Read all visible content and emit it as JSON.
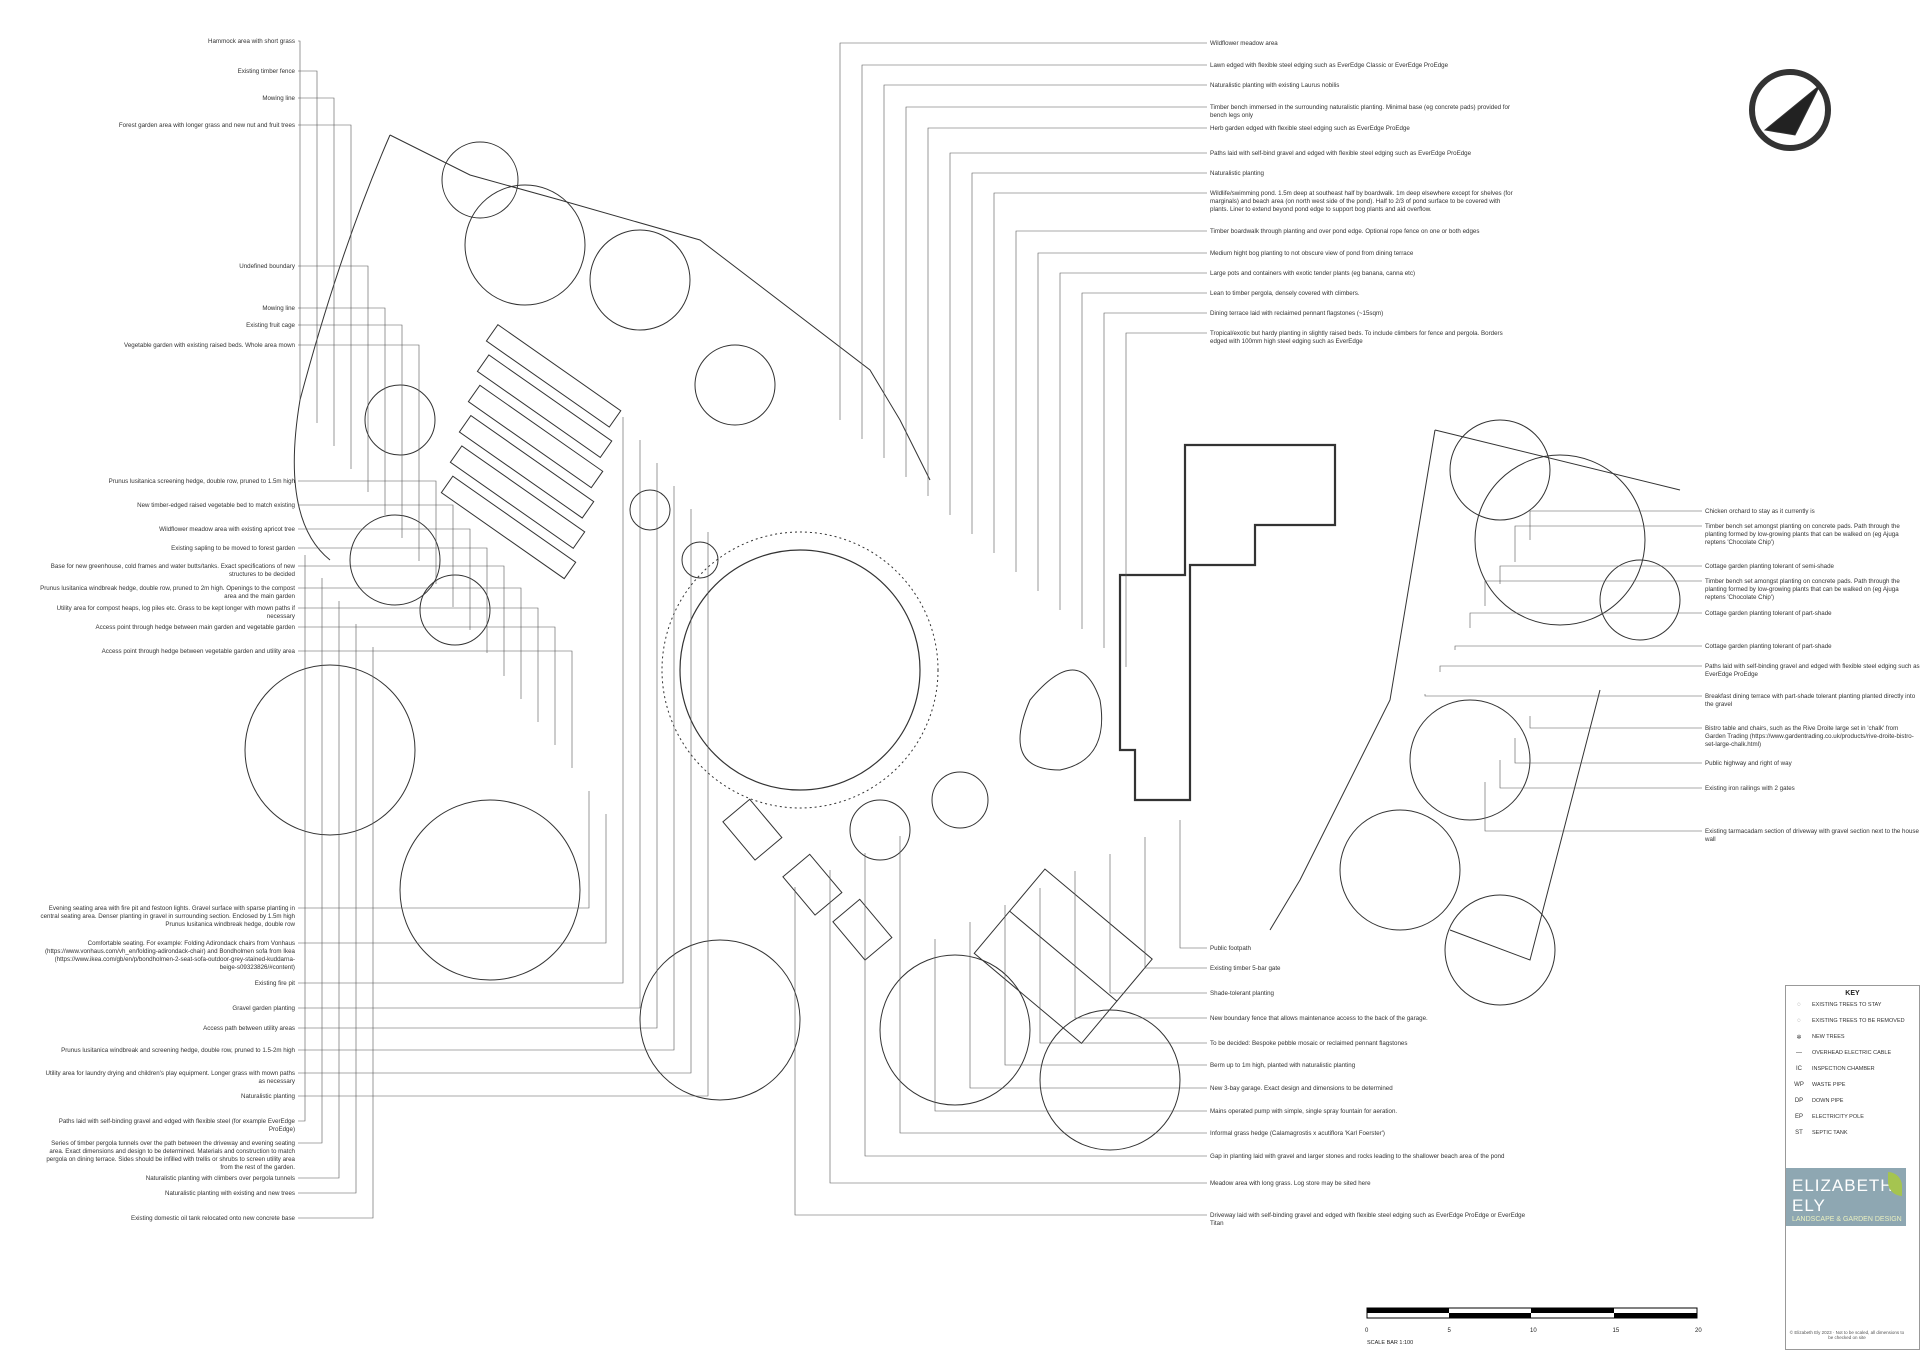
{
  "left_labels": [
    {
      "id": "hammock",
      "text": "Hammock area with short grass"
    },
    {
      "id": "fence",
      "text": "Existing timber fence"
    },
    {
      "id": "mowing1",
      "text": "Mowing line"
    },
    {
      "id": "forestgarden",
      "text": "Forest garden area with longer grass and new nut and fruit trees"
    },
    {
      "id": "boundary",
      "text": "Undefined boundary"
    },
    {
      "id": "mowing2",
      "text": "Mowing line"
    },
    {
      "id": "fruitcage",
      "text": "Existing fruit cage"
    },
    {
      "id": "veg",
      "text": "Vegetable garden with existing raised beds. Whole area mown"
    },
    {
      "id": "prunus1",
      "text": "Prunus lusitanica screening hedge, double row, pruned to 1.5m high"
    },
    {
      "id": "newbed",
      "text": "New timber-edged raised vegetable bed to match existing"
    },
    {
      "id": "apricot",
      "text": "Wildflower meadow area with existing apricot tree"
    },
    {
      "id": "sapling",
      "text": "Existing sapling to be moved to forest garden"
    },
    {
      "id": "greenhouse",
      "text": "Base for new greenhouse, cold frames and water butts/tanks. Exact specifications of new structures to be decided"
    },
    {
      "id": "windbreak",
      "text": "Prunus lusitanica windbreak hedge, double row, pruned to 2m high. Openings to the compost area and the main garden"
    },
    {
      "id": "utility",
      "text": "Utility area for compost heaps, log piles etc.  Grass to be kept longer with mown paths if necessary"
    },
    {
      "id": "access1",
      "text": "Access point through hedge between main garden and vegetable garden"
    },
    {
      "id": "access2",
      "text": "Access point through hedge between vegetable garden and utility area"
    },
    {
      "id": "evening",
      "text": "Evening seating area with fire pit and festoon lights. Gravel surface with sparse planting in central seating area. Denser planting in gravel in surrounding section. Enclosed by 1.5m high Prunus lusitanica windbreak hedge, double row"
    },
    {
      "id": "seating",
      "text": "Comfortable seating. For example:  Folding Adirondack chairs from Vonhaus (https://www.vonhaus.com/vh_en/folding-adirondack-chair) and Bondholmen sofa from Ikea (https://www.ikea.com/gb/en/p/bondholmen-2-seat-sofa-outdoor-grey-stained-kuddarna-beige-s09323826/#content)"
    },
    {
      "id": "firepit",
      "text": "Existing fire pit"
    },
    {
      "id": "gravelplant",
      "text": "Gravel garden planting"
    },
    {
      "id": "accesspath",
      "text": "Access path between utility areas"
    },
    {
      "id": "prunus2",
      "text": "Prunus lusitanica windbreak and screening hedge, double row, pruned to 1.5-2m high"
    },
    {
      "id": "laundry",
      "text": "Utility area for laundry drying and children's play equipment. Longer grass with mown paths as necessary"
    },
    {
      "id": "natplant1",
      "text": "Naturalistic planting"
    },
    {
      "id": "paths1",
      "text": "Paths laid with self-binding gravel and edged with flexible steel (for example EverEdge ProEdge)"
    },
    {
      "id": "pergolas",
      "text": "Series of timber pergola tunnels over the path between the driveway and evening seating area. Exact dimensions and design to be determined. Materials and construction to match pergola on dining terrace. Sides should be infilled with trellis or shrubs to screen utility area from the rest of the garden."
    },
    {
      "id": "climbers",
      "text": "Naturalistic planting with climbers over pergola tunnels"
    },
    {
      "id": "natplant2",
      "text": "Naturalistic planting with existing and new trees"
    },
    {
      "id": "oiltank",
      "text": "Existing domestic oil tank relocated onto new concrete base"
    }
  ],
  "top_labels": [
    {
      "id": "meadow",
      "text": "Wildflower meadow area"
    },
    {
      "id": "lawn",
      "text": "Lawn edged with flexible steel edging such as EverEdge Classic or EverEdge ProEdge"
    },
    {
      "id": "laurus",
      "text": "Naturalistic planting with existing Laurus nobilis"
    },
    {
      "id": "bench",
      "text": "Timber bench immersed in the surrounding naturalistic planting. Minimal base (eg concrete pads) provided for bench legs only"
    },
    {
      "id": "herb",
      "text": "Herb garden  edged with flexible steel edging such as EverEdge ProEdge"
    },
    {
      "id": "paths2",
      "text": "Paths laid with self-bind gravel and edged with flexible steel edging such as EverEdge ProEdge"
    },
    {
      "id": "natplant3",
      "text": "Naturalistic planting"
    },
    {
      "id": "pond",
      "text": "Wildlife/swimming pond. 1.5m deep at southeast half by boardwalk. 1m deep elsewhere except for shelves (for marginals) and beach area (on north west side of the pond).  Half to 2/3 of pond surface to be covered with plants. Liner to extend beyond pond edge to support bog plants and aid overflow."
    },
    {
      "id": "boardwalk",
      "text": "Timber boardwalk through planting and over pond edge. Optional rope fence on one or both edges"
    },
    {
      "id": "bog",
      "text": "Medium hight bog planting to not obscure view of pond from dining terrace"
    },
    {
      "id": "pots",
      "text": "Large pots and containers with exotic tender plants (eg banana, canna etc)"
    },
    {
      "id": "lean",
      "text": "Lean to timber pergola, densely covered with climbers."
    },
    {
      "id": "dining",
      "text": "Dining terrace laid with reclaimed pennant flagstones (~15sqm)"
    },
    {
      "id": "tropical",
      "text": "Tropical/exotic but hardy planting in slightly raised beds. To include climbers for fence and pergola. Borders edged with 100mm high steel edging such as EverEdge"
    }
  ],
  "right_labels": [
    {
      "id": "chicken",
      "text": "Chicken orchard to stay as it currently is"
    },
    {
      "id": "bench2",
      "text": "Timber bench set amongst planting on concrete pads. Path through the planting formed by low-growing plants that can be walked on (eg Ajuga reptens 'Chocolate Chip')"
    },
    {
      "id": "cottage1",
      "text": "Cottage garden planting tolerant of semi-shade"
    },
    {
      "id": "bench3",
      "text": "Timber bench set amongst planting on concrete pads. Path through the planting formed by low-growing plants that can be walked on (eg Ajuga reptens 'Chocolate Chip')"
    },
    {
      "id": "cottage2",
      "text": "Cottage garden planting tolerant of part-shade"
    },
    {
      "id": "cottage3",
      "text": "Cottage garden planting tolerant of part-shade"
    },
    {
      "id": "paths3",
      "text": "Paths laid with self-binding gravel and edged with flexible steel edging such as EverEdge ProEdge"
    },
    {
      "id": "breakfast",
      "text": "Breakfast dining terrace with part-shade tolerant planting planted directly into the gravel"
    },
    {
      "id": "bistro",
      "text": "Bistro table and chairs, such as the Rive Droite large set in 'chalk' from Garden Trading (https://www.gardentrading.co.uk/products/rive-droite-bistro-set-large-chalk.html)"
    },
    {
      "id": "highway",
      "text": "Public highway and right of way"
    },
    {
      "id": "railings",
      "text": "Existing iron railings with 2 gates"
    },
    {
      "id": "tarmac",
      "text": "Existing tarmacadam section of driveway with gravel section next to the house wall"
    }
  ],
  "bottom_labels": [
    {
      "id": "footpath",
      "text": "Public footpath"
    },
    {
      "id": "gate",
      "text": "Existing timber 5-bar gate"
    },
    {
      "id": "shade",
      "text": "Shade-tolerant planting"
    },
    {
      "id": "newfence",
      "text": "New boundary fence that allows maintenance access to the back of the garage."
    },
    {
      "id": "mosaic",
      "text": "To be decided: Bespoke pebble mosaic or reclaimed pennant flagstones"
    },
    {
      "id": "berm",
      "text": "Berm up to 1m high, planted with naturalistic planting"
    },
    {
      "id": "garage",
      "text": "New 3-bay garage. Exact design and dimensions to be determined"
    },
    {
      "id": "pump",
      "text": "Mains operated pump with simple, single spray fountain for aeration."
    },
    {
      "id": "grasshedge",
      "text": "Informal grass hedge (Calamagrostis x acutiflora 'Karl Foerster')"
    },
    {
      "id": "gap",
      "text": "Gap in planting laid with gravel and larger stones and rocks leading to the shallower beach area of the pond"
    },
    {
      "id": "longgrass",
      "text": "Meadow area with long grass. Log store may be sited here"
    },
    {
      "id": "driveway",
      "text": "Driveway laid with self-binding gravel and edged with flexible steel edging such as EverEdge ProEdge or EverEdge Titan"
    }
  ],
  "key": {
    "title": "KEY",
    "rows": [
      {
        "sym": "◌",
        "label": "EXISTING TREES TO STAY"
      },
      {
        "sym": "◌",
        "label": "EXISTING TREES TO BE REMOVED"
      },
      {
        "sym": "✲",
        "label": "NEW TREES"
      },
      {
        "sym": "—",
        "label": "OVERHEAD ELECTRIC CABLE"
      },
      {
        "sym": "IC",
        "label": "INSPECTION CHAMBER"
      },
      {
        "sym": "WP",
        "label": "WASTE PIPE"
      },
      {
        "sym": "DP",
        "label": "DOWN PIPE"
      },
      {
        "sym": "EP",
        "label": "ELECTRICITY POLE"
      },
      {
        "sym": "ST",
        "label": "SEPTIC TANK"
      }
    ]
  },
  "brand": {
    "name": "ELIZABETH ELY",
    "sub": "LANDSCAPE & GARDEN DESIGN",
    "copyright": "© Elizabeth Ely 2023 · Not to be scaled, all dimensions to be checked on site"
  },
  "scale": {
    "title": "SCALE BAR 1:100",
    "ticks": [
      "0",
      "5",
      "10",
      "15",
      "20"
    ]
  }
}
